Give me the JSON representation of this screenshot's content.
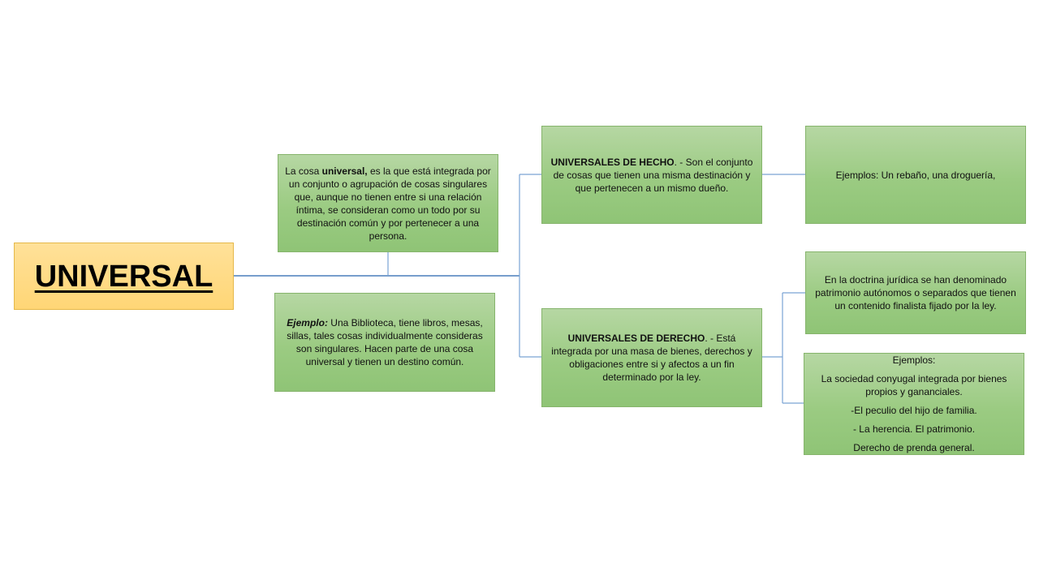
{
  "root": {
    "title": "UNIVERSAL"
  },
  "definition": {
    "pre": "La cosa ",
    "bold": "universal,",
    "post": " es la que está integrada por un conjunto o agrupación de cosas singulares que, aunque no tienen entre si una relación íntima, se consideran como un todo por su destinación común y por pertenecer a una persona."
  },
  "example": {
    "bold_italic": "Ejemplo:",
    "text": " Una Biblioteca, tiene libros, mesas, sillas, tales cosas individualmente consideras son singulares. Hacen parte de una cosa universal y tienen un destino común."
  },
  "hecho": {
    "bold": "UNIVERSALES DE HECHO",
    "text": ". - Son el conjunto de cosas que tienen una misma destinación y que pertenecen a un mismo dueño."
  },
  "hecho_examples": {
    "text": "Ejemplos: Un rebaño, una droguería,"
  },
  "derecho": {
    "bold": "UNIVERSALES DE DERECHO",
    "text": ". - Está integrada por una masa de bienes, derechos y obligaciones entre si y afectos a un fin determinado por la ley."
  },
  "doctrina": {
    "text": "En la doctrina jurídica se han denominado patrimonio autónomos o separados que tienen un contenido finalista fijado por la ley."
  },
  "derecho_examples": {
    "lines": [
      "Ejemplos:",
      "La sociedad conyugal integrada por bienes propios y gananciales.",
      "-El peculio del hijo de familia.",
      "- La herencia. El patrimonio.",
      "Derecho de prenda general."
    ]
  },
  "colors": {
    "connector": "#4a7ebb",
    "connector_light": "#7aa3d4",
    "box_green": "#9bcb82",
    "root_fill": "#ffd676"
  }
}
